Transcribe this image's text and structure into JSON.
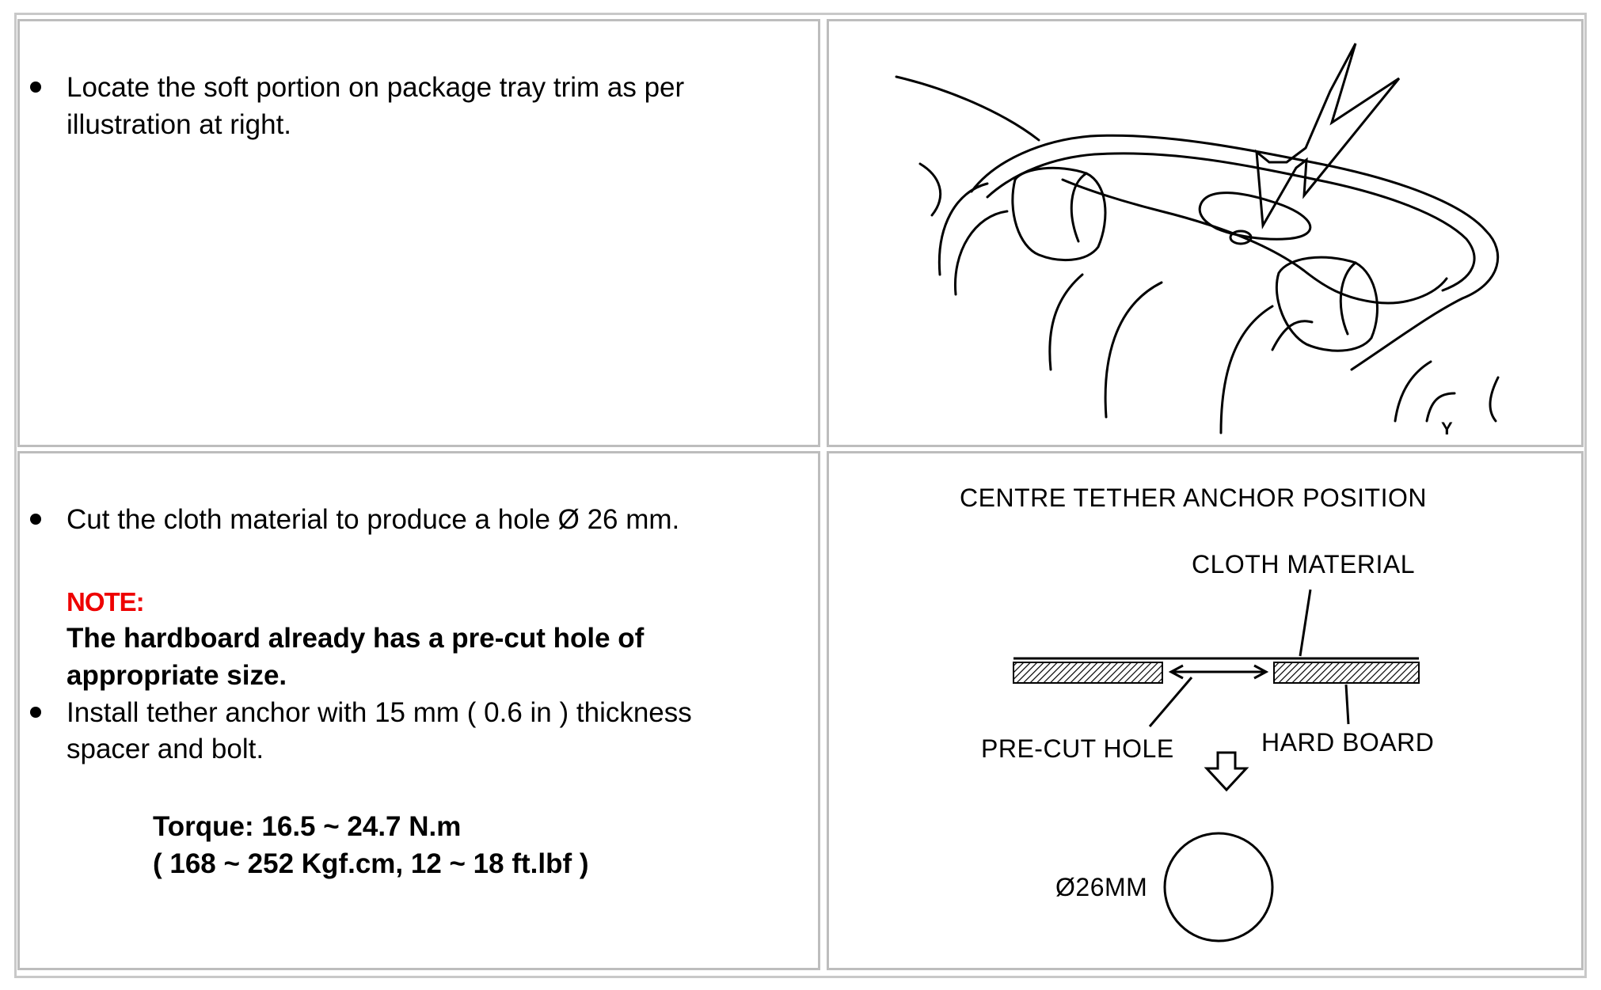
{
  "step1": {
    "text_line1": "Locate the soft portion on package tray trim as per",
    "text_line2": "illustration at right."
  },
  "step2": {
    "text": "Cut the cloth material to produce a hole Ø 26 mm.",
    "note_label": "NOTE:",
    "note_line1": "The hardboard already has a pre-cut hole of",
    "note_line2": "appropriate size.",
    "install_line1": "Install tether anchor with 15 mm ( 0.6 in ) thickness",
    "install_line2": "spacer and bolt.",
    "torque_line1": "Torque: 16.5 ~ 24.7 N.m",
    "torque_line2": "( 168 ~ 252 Kgf.cm, 12 ~ 18 ft.lbf )"
  },
  "illustration1": {
    "corner_mark": "Y"
  },
  "diagram2": {
    "title": "CENTRE TETHER ANCHOR POSITION",
    "cloth_label": "CLOTH MATERIAL",
    "precut_label": "PRE-CUT HOLE",
    "hardboard_label": "HARD BOARD",
    "diameter_label": "Ø26MM"
  },
  "colors": {
    "note": "#ee0000",
    "border": "#bdbdbd"
  }
}
